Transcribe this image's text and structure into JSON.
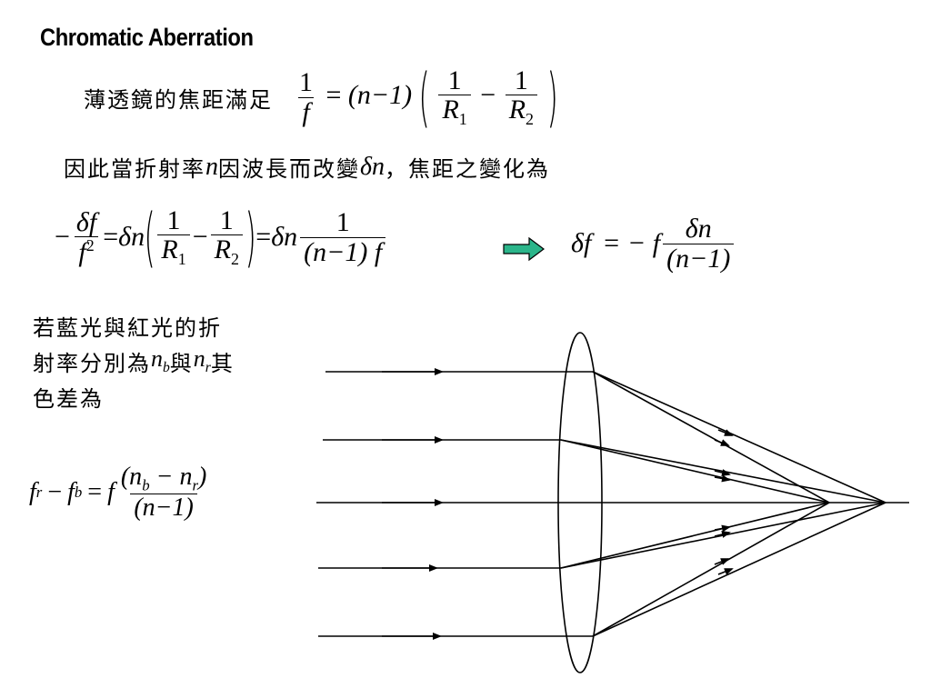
{
  "title": "Chromatic Aberration",
  "line1": {
    "text": "薄透鏡的焦距滿足",
    "one": "1",
    "f": "f",
    "eq": "=",
    "n_minus_1": "(n−1)",
    "r1": "R",
    "r1_sub": "1",
    "r2": "R",
    "r2_sub": "2",
    "minus": "−"
  },
  "line2": {
    "text_a": "因此當折射率",
    "n": "n",
    "text_b": "因波長而改變",
    "delta_n": "δn",
    "text_c": "，焦距之變化為"
  },
  "eq2": {
    "neg": "−",
    "df": "δf",
    "f2": "f",
    "f2_sup": "2",
    "eq": "=",
    "dn": "δn",
    "one": "1",
    "r": "R",
    "sub1": "1",
    "sub2": "2",
    "minus": "−",
    "den": "(n−1) f",
    "result_lhs": "δf",
    "result_eq": "= − f",
    "result_num": "δn",
    "result_den": "(n−1)"
  },
  "left_text": {
    "l1": "若藍光與紅光的折",
    "l2a": "射率分別為",
    "nb": "n",
    "nb_sub": "b",
    "l2b": "與",
    "nr": "n",
    "nr_sub": "r",
    "l2c": "其",
    "l3": "色差為"
  },
  "eq3": {
    "fr": "f",
    "fr_sub": "r",
    "minus": "−",
    "fb": "f",
    "fb_sub": "b",
    "eq": "=",
    "f": "f",
    "num": "(n",
    "num_b": "b",
    "num_mid": "− n",
    "num_r": "r",
    "num_end": ")",
    "den": "(n−1)"
  },
  "colors": {
    "arrow_fill": "#2bb58a",
    "arrow_stroke": "#000000"
  }
}
